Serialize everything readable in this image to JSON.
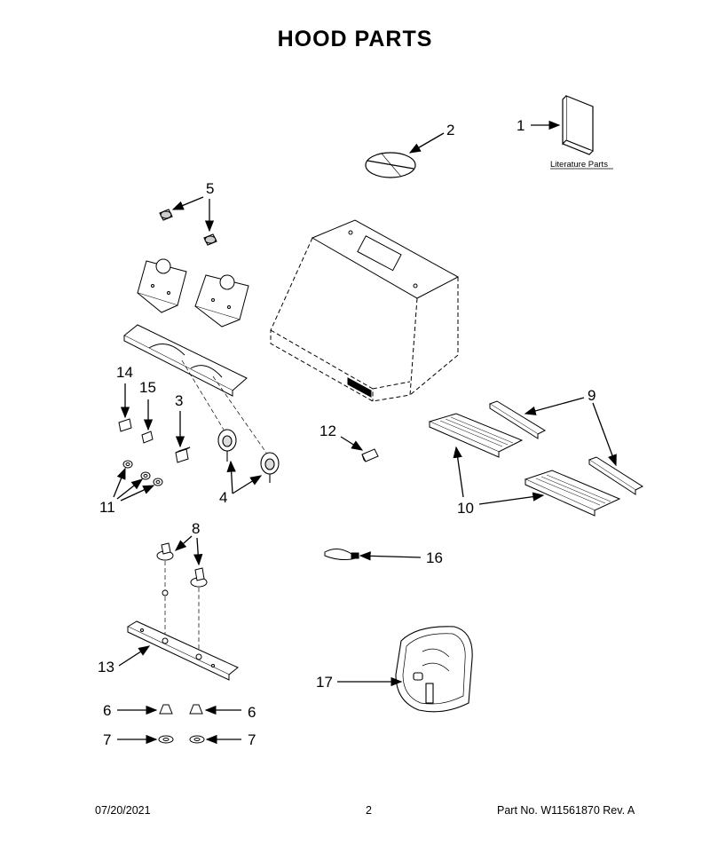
{
  "title": "HOOD PARTS",
  "literature_label": "Literature Parts",
  "callouts": {
    "c1": "1",
    "c2": "2",
    "c3": "3",
    "c4": "4",
    "c5": "5",
    "c6a": "6",
    "c6b": "6",
    "c7a": "7",
    "c7b": "7",
    "c8": "8",
    "c9": "9",
    "c10": "10",
    "c11": "11",
    "c12": "12",
    "c13": "13",
    "c14": "14",
    "c15": "15",
    "c16": "16",
    "c17": "17"
  },
  "footer": {
    "date": "07/20/2021",
    "page": "2",
    "part_no": "Part No.  W11561870  Rev.  A"
  }
}
